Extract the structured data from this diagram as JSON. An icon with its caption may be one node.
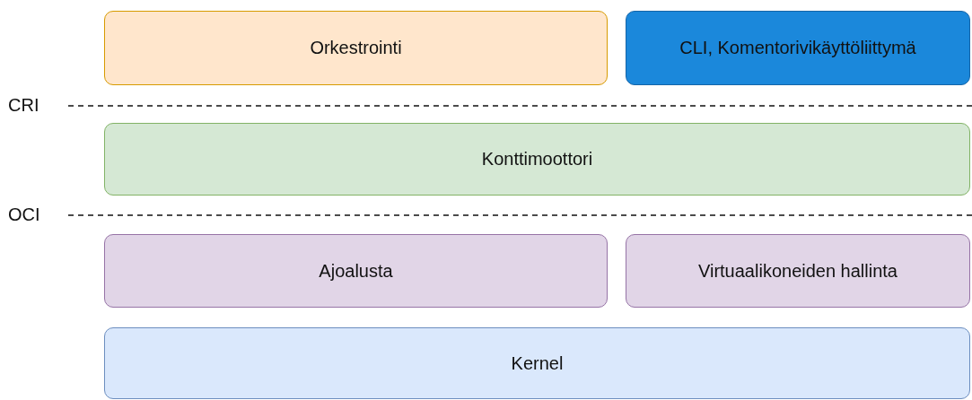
{
  "diagram": {
    "nodes": [
      {
        "text": [
          "Orkestrointi"
        ]
      },
      {
        "text": [
          "CLI, Komentorivikäyttöliittymä"
        ]
      },
      {
        "text": [
          "Konttimoottori"
        ]
      },
      {
        "text": [
          "Ajoalusta"
        ]
      },
      {
        "text": [
          "Virtuaalikoneiden hallinta"
        ]
      },
      {
        "text": [
          "Kernel"
        ]
      }
    ],
    "labels": [
      "CRI",
      "OCI"
    ]
  }
}
